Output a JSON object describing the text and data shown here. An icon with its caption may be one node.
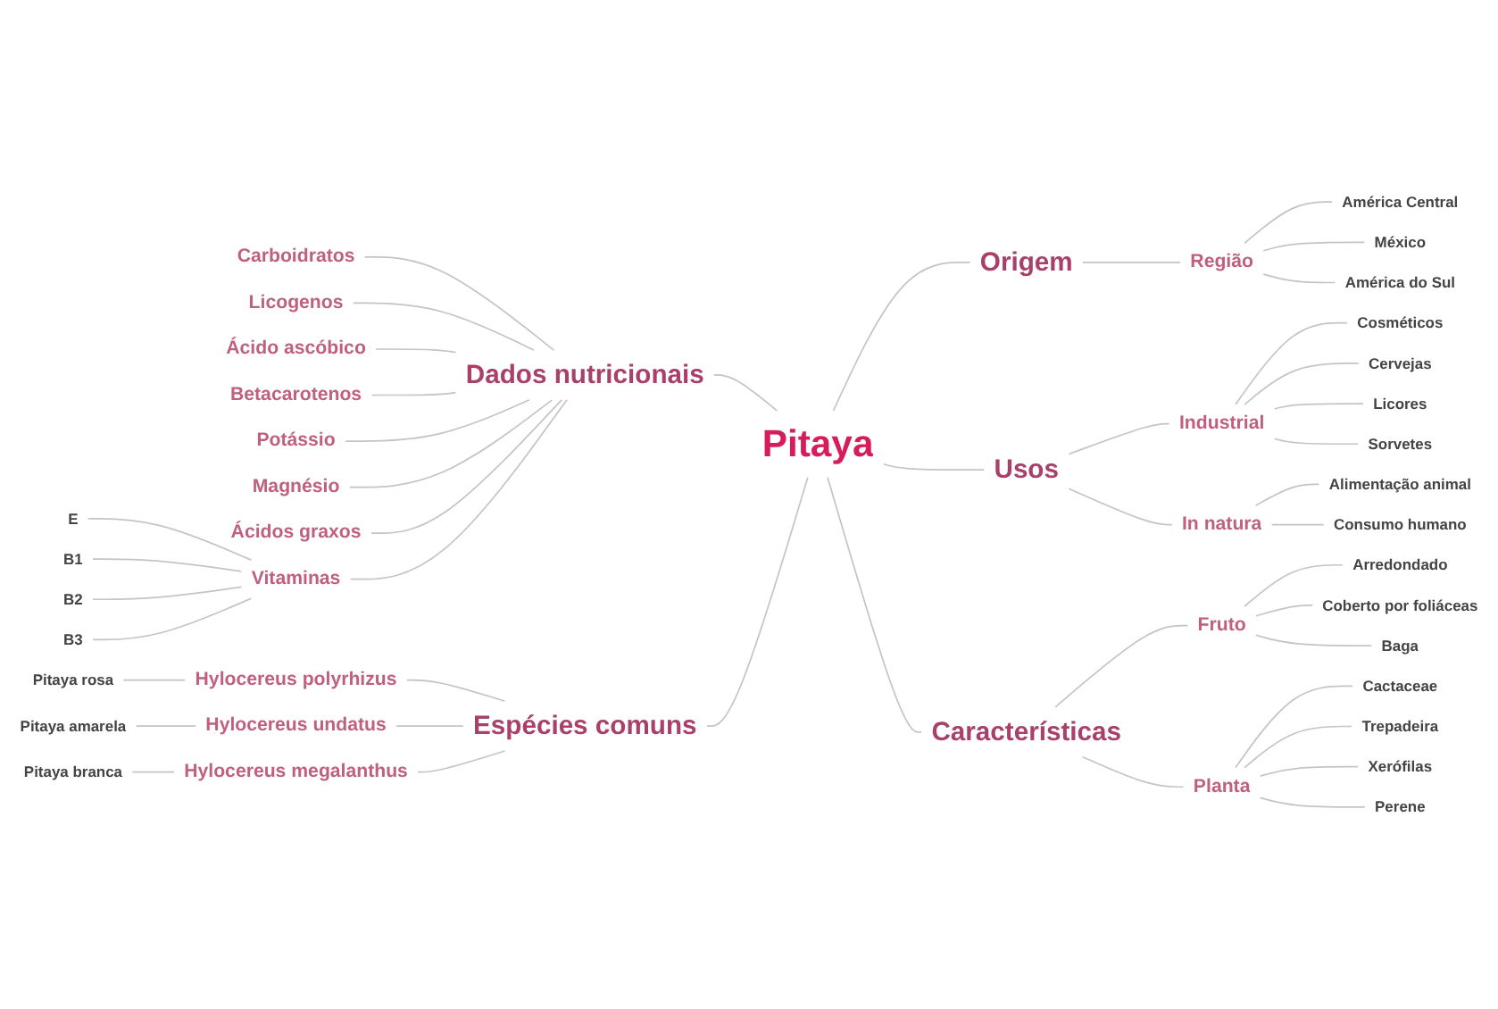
{
  "diagram": {
    "nodes": [
      {
        "text": [
          "Pitaya"
        ]
      },
      {
        "text": [
          "Dados nutricionais"
        ]
      },
      {
        "text": [
          "Carboidratos"
        ]
      },
      {
        "text": [
          "Licogenos"
        ]
      },
      {
        "text": [
          "Ácido ascóbico"
        ]
      },
      {
        "text": [
          "Betacarotenos"
        ]
      },
      {
        "text": [
          "Potássio"
        ]
      },
      {
        "text": [
          "Magnésio"
        ]
      },
      {
        "text": [
          "Ácidos graxos"
        ]
      },
      {
        "text": [
          "Vitaminas"
        ]
      },
      {
        "text": [
          "E"
        ]
      },
      {
        "text": [
          "B1"
        ]
      },
      {
        "text": [
          "B2"
        ]
      },
      {
        "text": [
          "B3"
        ]
      },
      {
        "text": [
          "Origem"
        ]
      },
      {
        "text": [
          "Região"
        ]
      },
      {
        "text": [
          "América Central"
        ]
      },
      {
        "text": [
          "México"
        ]
      },
      {
        "text": [
          "América do Sul"
        ]
      },
      {
        "text": [
          "Usos"
        ]
      },
      {
        "text": [
          "Industrial"
        ]
      },
      {
        "text": [
          "Cosméticos"
        ]
      },
      {
        "text": [
          "Cervejas"
        ]
      },
      {
        "text": [
          "Licores"
        ]
      },
      {
        "text": [
          "Sorvetes"
        ]
      },
      {
        "text": [
          "In natura"
        ]
      },
      {
        "text": [
          "Alimentação animal"
        ]
      },
      {
        "text": [
          "Consumo humano"
        ]
      },
      {
        "text": [
          "Espécies comuns"
        ]
      },
      {
        "text": [
          "Hylocereus polyrhizus"
        ]
      },
      {
        "text": [
          "Pitaya rosa"
        ]
      },
      {
        "text": [
          "Hylocereus undatus"
        ]
      },
      {
        "text": [
          "Pitaya amarela"
        ]
      },
      {
        "text": [
          "Hylocereus megalanthus"
        ]
      },
      {
        "text": [
          "Pitaya branca"
        ]
      },
      {
        "text": [
          "Características"
        ]
      },
      {
        "text": [
          "Fruto"
        ]
      },
      {
        "text": [
          "Arredondado"
        ]
      },
      {
        "text": [
          "Coberto por foliáceas"
        ]
      },
      {
        "text": [
          "Baga"
        ]
      },
      {
        "text": [
          "Planta"
        ]
      },
      {
        "text": [
          "Cactaceae"
        ]
      },
      {
        "text": [
          "Trepadeira"
        ]
      },
      {
        "text": [
          "Xerófilas"
        ]
      },
      {
        "text": [
          "Perene"
        ]
      }
    ],
    "edges": [
      {
        "from": 1,
        "to": 0,
        "arrow": "none"
      },
      {
        "from": 2,
        "to": 1,
        "arrow": "none"
      },
      {
        "from": 3,
        "to": 1,
        "arrow": "none"
      },
      {
        "from": 4,
        "to": 1,
        "arrow": "none"
      },
      {
        "from": 5,
        "to": 1,
        "arrow": "none"
      },
      {
        "from": 6,
        "to": 1,
        "arrow": "none"
      },
      {
        "from": 7,
        "to": 1,
        "arrow": "none"
      },
      {
        "from": 8,
        "to": 1,
        "arrow": "none"
      },
      {
        "from": 9,
        "to": 1,
        "arrow": "none"
      },
      {
        "from": 10,
        "to": 9,
        "arrow": "none"
      },
      {
        "from": 11,
        "to": 9,
        "arrow": "none"
      },
      {
        "from": 12,
        "to": 9,
        "arrow": "none"
      },
      {
        "from": 13,
        "to": 9,
        "arrow": "none"
      },
      {
        "from": 0,
        "to": 14,
        "arrow": "none"
      },
      {
        "from": 14,
        "to": 15,
        "arrow": "none"
      },
      {
        "from": 15,
        "to": 16,
        "arrow": "none"
      },
      {
        "from": 15,
        "to": 17,
        "arrow": "none"
      },
      {
        "from": 15,
        "to": 18,
        "arrow": "none"
      },
      {
        "from": 0,
        "to": 19,
        "arrow": "none"
      },
      {
        "from": 19,
        "to": 20,
        "arrow": "none"
      },
      {
        "from": 20,
        "to": 21,
        "arrow": "none"
      },
      {
        "from": 20,
        "to": 22,
        "arrow": "none"
      },
      {
        "from": 20,
        "to": 23,
        "arrow": "none"
      },
      {
        "from": 20,
        "to": 24,
        "arrow": "none"
      },
      {
        "from": 19,
        "to": 25,
        "arrow": "none"
      },
      {
        "from": 25,
        "to": 26,
        "arrow": "none"
      },
      {
        "from": 25,
        "to": 27,
        "arrow": "none"
      },
      {
        "from": 28,
        "to": 0,
        "arrow": "none"
      },
      {
        "from": 29,
        "to": 28,
        "arrow": "none"
      },
      {
        "from": 30,
        "to": 29,
        "arrow": "none"
      },
      {
        "from": 31,
        "to": 28,
        "arrow": "none"
      },
      {
        "from": 32,
        "to": 31,
        "arrow": "none"
      },
      {
        "from": 33,
        "to": 28,
        "arrow": "none"
      },
      {
        "from": 34,
        "to": 33,
        "arrow": "none"
      },
      {
        "from": 0,
        "to": 35,
        "arrow": "none"
      },
      {
        "from": 35,
        "to": 36,
        "arrow": "none"
      },
      {
        "from": 36,
        "to": 37,
        "arrow": "none"
      },
      {
        "from": 36,
        "to": 38,
        "arrow": "none"
      },
      {
        "from": 36,
        "to": 39,
        "arrow": "none"
      },
      {
        "from": 35,
        "to": 40,
        "arrow": "none"
      },
      {
        "from": 40,
        "to": 41,
        "arrow": "none"
      },
      {
        "from": 40,
        "to": 42,
        "arrow": "none"
      },
      {
        "from": 40,
        "to": 43,
        "arrow": "none"
      },
      {
        "from": 40,
        "to": 44,
        "arrow": "none"
      }
    ]
  }
}
